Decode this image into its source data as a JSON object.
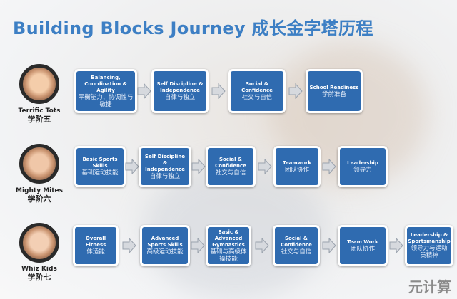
{
  "title": "Building Blocks Journey 成长金字塔历程",
  "rows": [
    {
      "name": "Terrific Tots",
      "level": "学阶五",
      "steps": [
        {
          "en": "Balancing, Coordination & Agility",
          "zh": "平衡能力、协调性与敏捷"
        },
        {
          "en": "Self Discipline & Independence",
          "zh": "自律与独立"
        },
        {
          "en": "Social & Confidence",
          "zh": "社交与自信"
        },
        {
          "en": "School Readiness",
          "zh": "学前准备"
        }
      ]
    },
    {
      "name": "Mighty Mites",
      "level": "学阶六",
      "steps": [
        {
          "en": "Basic Sports Skills",
          "zh": "基础运动技能"
        },
        {
          "en": "Self Discipline & Independence",
          "zh": "自律与独立"
        },
        {
          "en": "Social & Confidence",
          "zh": "社交与自信"
        },
        {
          "en": "Teamwork",
          "zh": "团队协作"
        },
        {
          "en": "Leadership",
          "zh": "领导力"
        }
      ]
    },
    {
      "name": "Whiz Kids",
      "level": "学阶七",
      "steps": [
        {
          "en": "Overall Fitness",
          "zh": "体适能"
        },
        {
          "en": "Advanced Sports Skills",
          "zh": "高级运动技能"
        },
        {
          "en": "Basic & Advanced Gymnastics",
          "zh": "基础与高级体操技能"
        },
        {
          "en": "Social & Confidence",
          "zh": "社交与自信"
        },
        {
          "en": "Team Work",
          "zh": "团队协作"
        },
        {
          "en": "Leadership & Sportsmanship",
          "zh": "领导力与运动员精神"
        }
      ]
    }
  ],
  "watermark": "元计算"
}
